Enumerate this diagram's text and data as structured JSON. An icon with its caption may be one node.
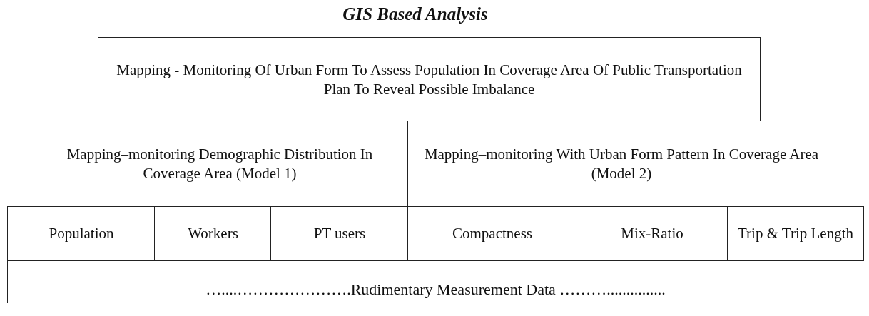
{
  "diagram": {
    "title": "GIS Based Analysis",
    "nodes": [
      {
        "text": [
          "Mapping - Monitoring Of Urban Form To Assess Population In Coverage Area Of Public Transportation Plan To Reveal Possible Imbalance"
        ]
      },
      {
        "text": [
          "Mapping–monitoring Demographic Distribution In Coverage Area (Model 1)"
        ]
      },
      {
        "text": [
          "Mapping–monitoring With Urban Form Pattern In Coverage Area (Model 2)"
        ]
      },
      {
        "text": [
          "Population"
        ]
      },
      {
        "text": [
          "Workers"
        ]
      },
      {
        "text": [
          "PT users"
        ]
      },
      {
        "text": [
          "Compactness"
        ]
      },
      {
        "text": [
          "Mix-Ratio"
        ]
      },
      {
        "text": [
          "Trip & Trip Length"
        ]
      },
      {
        "text": [
          "…....………………….Rudimentary Measurement Data ………..............."
        ]
      }
    ],
    "edges": []
  }
}
